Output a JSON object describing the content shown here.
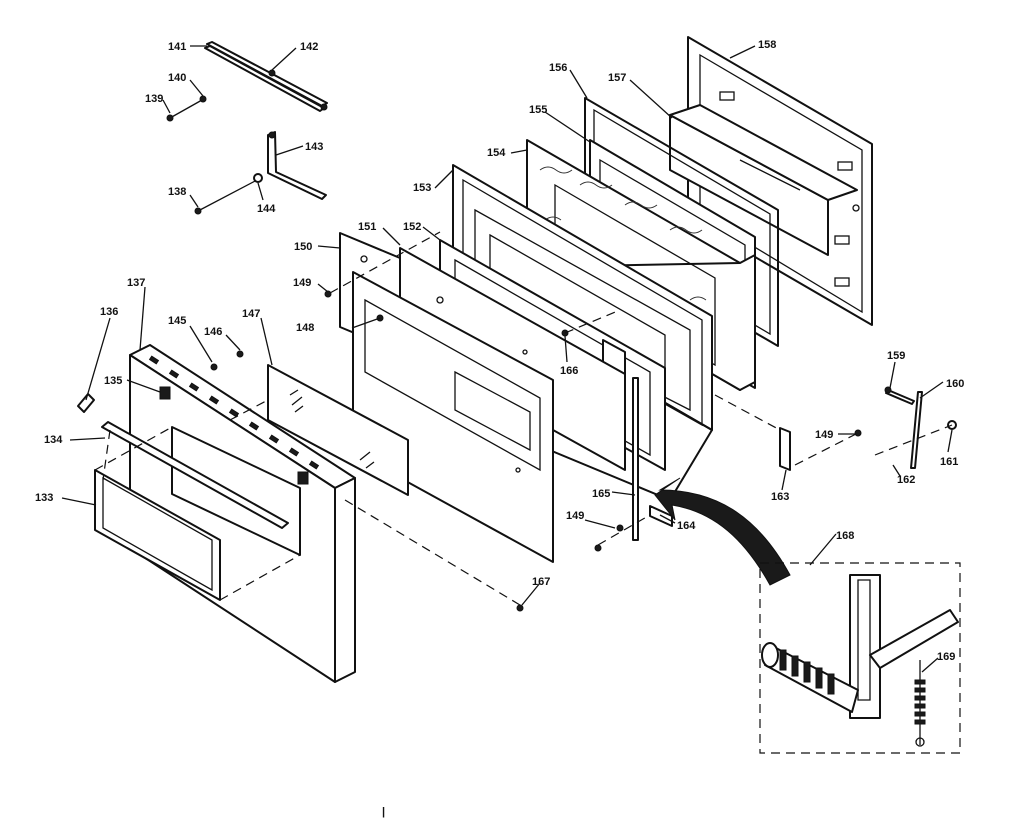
{
  "parts": {
    "p133": "133",
    "p134": "134",
    "p135": "135",
    "p136": "136",
    "p137": "137",
    "p138": "138",
    "p139": "139",
    "p140": "140",
    "p141": "141",
    "p142": "142",
    "p143": "143",
    "p144": "144",
    "p145": "145",
    "p146": "146",
    "p147": "147",
    "p148": "148",
    "p149a": "149",
    "p149b": "149",
    "p149c": "149",
    "p150": "150",
    "p151": "151",
    "p152": "152",
    "p153": "153",
    "p154": "154",
    "p155": "155",
    "p156": "156",
    "p157": "157",
    "p158": "158",
    "p159": "159",
    "p160": "160",
    "p161": "161",
    "p162": "162",
    "p163": "163",
    "p164": "164",
    "p165": "165",
    "p166": "166",
    "p167": "167",
    "p168": "168",
    "p169": "169"
  },
  "footer_mark": "|"
}
